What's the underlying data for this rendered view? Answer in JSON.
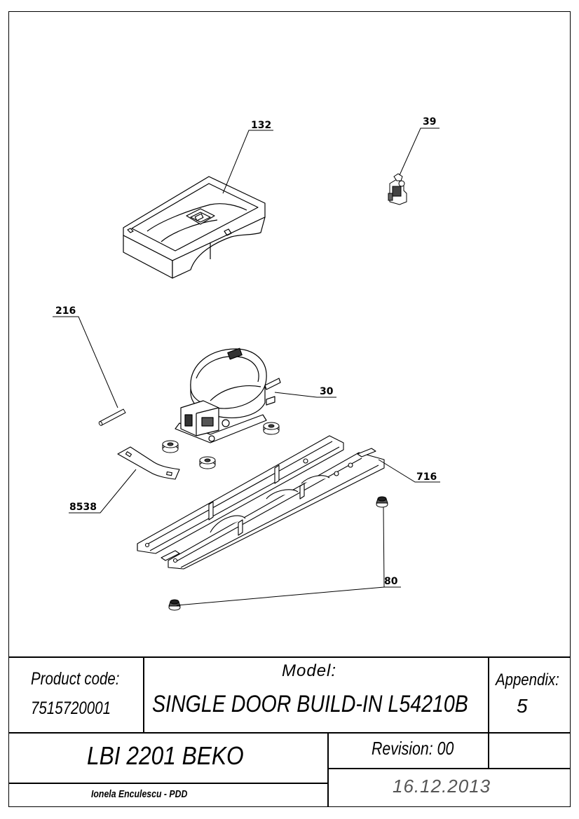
{
  "callouts": {
    "c132": "132",
    "c39": "39",
    "c216": "216",
    "c30": "30",
    "c716": "716",
    "c8538": "8538",
    "c80": "80"
  },
  "title_block": {
    "product_code_label": "Product code:",
    "product_code_value": "7515720001",
    "model_label": "Model:",
    "model_value": "SINGLE DOOR BUILD-IN L54210B",
    "appendix_label": "Appendix:",
    "appendix_value": "5",
    "product_name": "LBI 2201 BEKO",
    "revision": "Revision: 00",
    "author": "Ionela Enculescu - PDD",
    "date": "16.12.2013"
  }
}
